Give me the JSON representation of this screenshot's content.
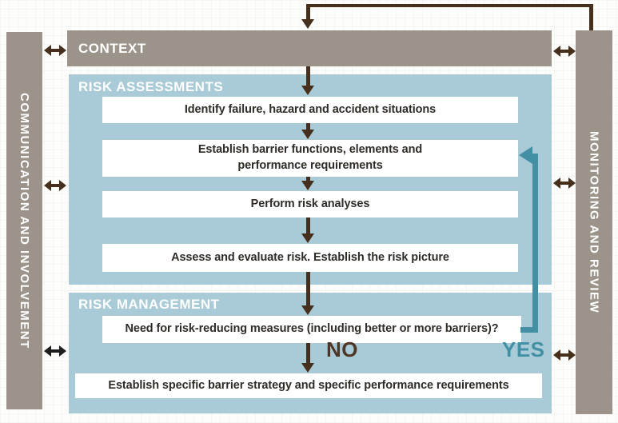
{
  "diagram": {
    "context": {
      "label": "CONTEXT"
    },
    "left_bar": {
      "label": "COMMUNICATION AND INVOLVEMENT"
    },
    "right_bar": {
      "label": "MONITORING AND REVIEW"
    },
    "assessments": {
      "title": "RISK ASSESSMENTS",
      "steps": [
        {
          "lines": [
            "Identify failure, hazard and accident situations"
          ]
        },
        {
          "lines": [
            "Establish barrier functions, elements and",
            "performance requirements"
          ]
        },
        {
          "lines": [
            "Perform risk analyses"
          ]
        },
        {
          "lines": [
            "Assess and evaluate risk. Establish the risk picture"
          ]
        }
      ]
    },
    "management": {
      "title": "RISK MANAGEMENT",
      "question": "Need for risk-reducing measures (including better or more barriers)?",
      "no_label": "NO",
      "yes_label": "YES",
      "outcome": "Establish specific barrier strategy and specific performance requirements"
    },
    "colors": {
      "bar_gray": "#9c948a",
      "panel_blue": "#a8cbd7",
      "arrow_brown": "#46301d",
      "arrow_black": "#1d1d1d",
      "accent_teal": "#4390a5"
    }
  }
}
